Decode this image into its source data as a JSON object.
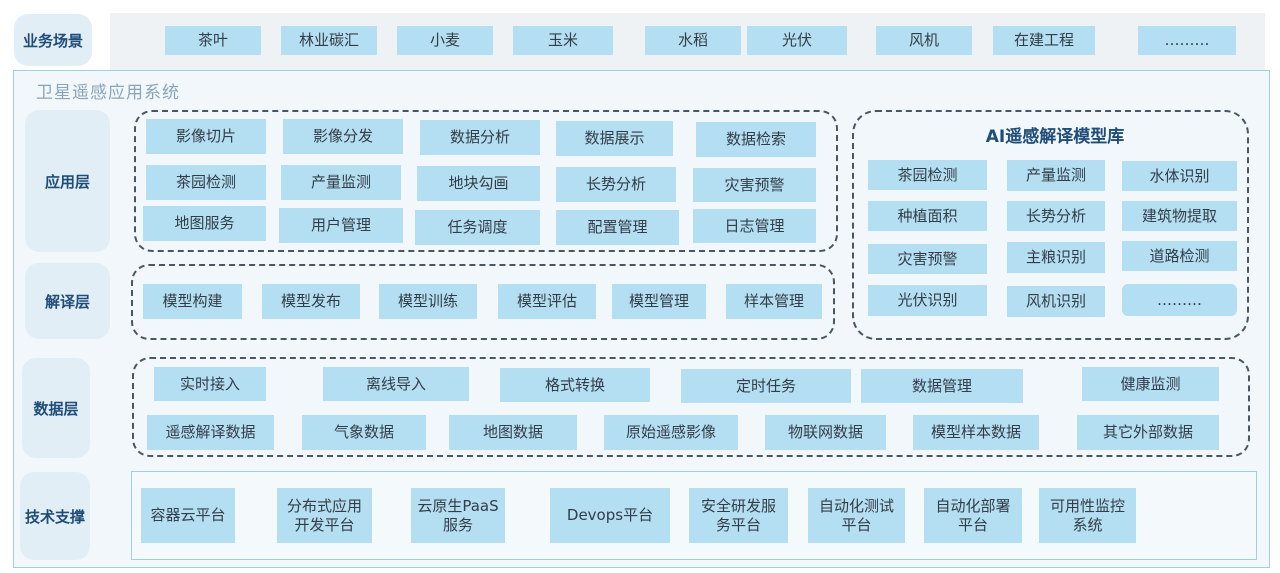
{
  "scenario": {
    "label": "业务场景",
    "items": [
      "茶叶",
      "林业碳汇",
      "小麦",
      "玉米",
      "水稻",
      "光伏",
      "风机",
      "在建工程",
      "………"
    ]
  },
  "system": {
    "title": "卫星遥感应用系统",
    "colors": {
      "chip": "#b4def1",
      "label_bg": "#e2eef6",
      "label_text": "#1f4d78",
      "panel_bg": "#f1f7fb",
      "panel_border": "#9fd0e2"
    }
  },
  "application_layer": {
    "label": "应用层",
    "rows": [
      [
        "影像切片",
        "影像分发",
        "数据分析",
        "数据展示",
        "数据检索"
      ],
      [
        "茶园检测",
        "产量监测",
        "地块勾画",
        "长势分析",
        "灾害预警"
      ],
      [
        "地图服务",
        "用户管理",
        "任务调度",
        "配置管理",
        "日志管理"
      ]
    ]
  },
  "interpretation_layer": {
    "label": "解译层",
    "items": [
      "模型构建",
      "模型发布",
      "模型训练",
      "模型评估",
      "模型管理",
      "样本管理"
    ]
  },
  "ai_model_library": {
    "title": "AI遥感解译模型库",
    "rows": [
      [
        "茶园检测",
        "产量监测",
        "水体识别"
      ],
      [
        "种植面积",
        "长势分析",
        "建筑物提取"
      ],
      [
        "灾害预警",
        "主粮识别",
        "道路检测"
      ],
      [
        "光伏识别",
        "风机识别",
        "………"
      ]
    ]
  },
  "data_layer": {
    "label": "数据层",
    "row1": [
      "实时接入",
      "离线导入",
      "格式转换",
      "定时任务",
      "数据管理",
      "健康监测"
    ],
    "row2": [
      "遥感解译数据",
      "气象数据",
      "地图数据",
      "原始遥感影像",
      "物联网数据",
      "模型样本数据",
      "其它外部数据"
    ]
  },
  "tech_support": {
    "label": "技术支撑",
    "items": [
      [
        "容器云平台"
      ],
      [
        "分布式应用",
        "开发平台"
      ],
      [
        "云原生PaaS",
        "服务"
      ],
      [
        "Devops平台"
      ],
      [
        "安全研发服",
        "务平台"
      ],
      [
        "自动化测试",
        "平台"
      ],
      [
        "自动化部署",
        "平台"
      ],
      [
        "可用性监控",
        "系统"
      ]
    ]
  }
}
